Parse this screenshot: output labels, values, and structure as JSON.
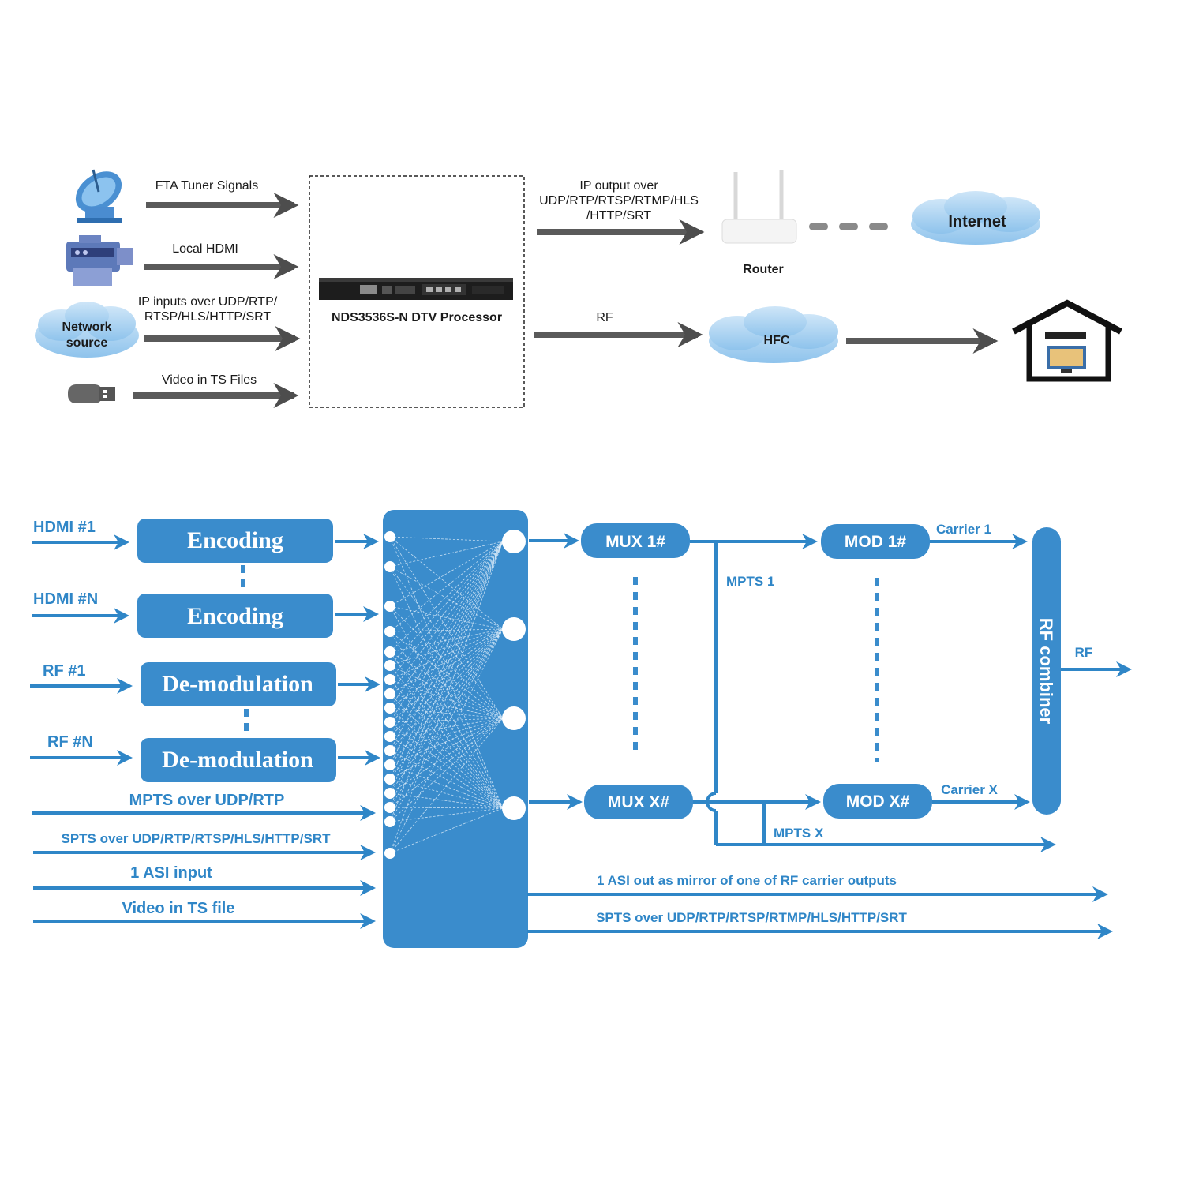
{
  "top": {
    "inputs": {
      "fta": "FTA Tuner Signals",
      "hdmi": "Local HDMI",
      "ip_line1": "IP inputs over UDP/RTP/",
      "ip_line2": "RTSP/HLS/HTTP/SRT",
      "ts": "Video in TS Files"
    },
    "network_source": {
      "line1": "Network",
      "line2": "source"
    },
    "device": "NDS3536S-N DTV Processor",
    "ip_output": {
      "line1": "IP output over",
      "line2": "UDP/RTP/RTSP/RTMP/HLS",
      "line3": "/HTTP/SRT"
    },
    "router": "Router",
    "internet": "Internet",
    "rf": "RF",
    "hfc": "HFC"
  },
  "bottom": {
    "inputs": {
      "hdmi1": "HDMI #1",
      "hdmin": "HDMI #N",
      "rf1": "RF  #1",
      "rfn": "RF #N",
      "mpts": "MPTS over UDP/RTP",
      "spts": "SPTS over UDP/RTP/RTSP/HLS/HTTP/SRT",
      "asi": "1 ASI input",
      "ts": "Video in TS file"
    },
    "blocks": {
      "encoding": "Encoding",
      "demod": "De-modulation",
      "mux1": "MUX 1#",
      "muxx": "MUX X#",
      "mod1": "MOD 1#",
      "modx": "MOD X#",
      "combiner": "RF combiner"
    },
    "labels": {
      "mpts1": "MPTS 1",
      "mptsx": "MPTS X",
      "carrier1": "Carrier 1",
      "carrierx": "Carrier X",
      "rf_out": "RF",
      "asi_out": "1 ASI out as mirror of one of RF carrier outputs",
      "spts_out": "SPTS over UDP/RTP/RTSP/RTMP/HLS/HTTP/SRT"
    }
  },
  "colors": {
    "blue": "#2f86c7",
    "block": "#3a8ccc",
    "gray_arrow": "#5a5a5a",
    "cloud": "#a9d2f0"
  }
}
